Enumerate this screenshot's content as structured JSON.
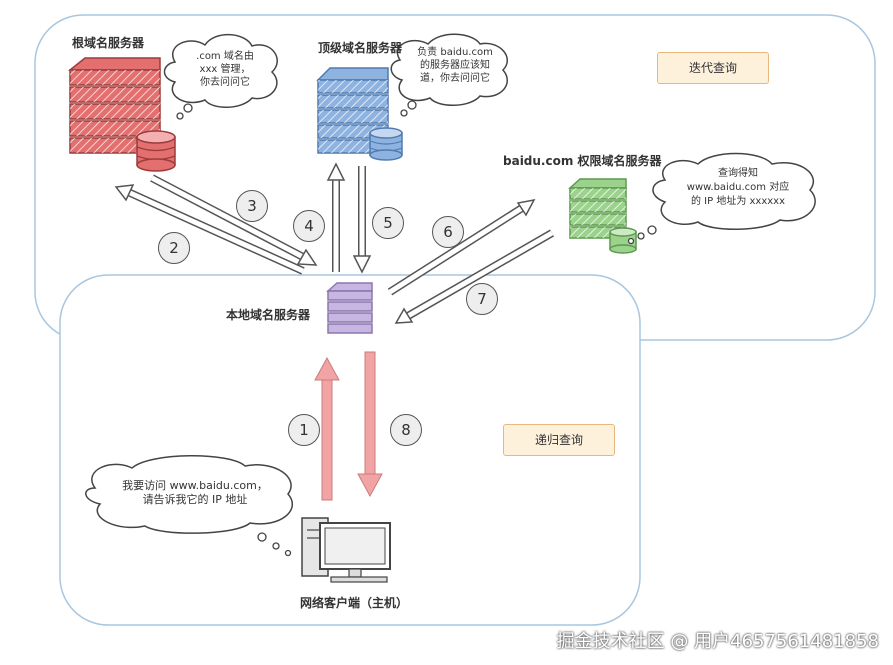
{
  "regions": {
    "iterative_label": "迭代查询",
    "recursive_label": "递归查询"
  },
  "servers": {
    "root": {
      "label": "根域名服务器",
      "note": [
        ".com 域名由",
        "xxx 管理，",
        "你去问问它"
      ]
    },
    "tld": {
      "label": "顶级域名服务器",
      "note": [
        "负责 baidu.com",
        "的服务器应该知",
        "道，你去问问它"
      ]
    },
    "auth": {
      "label": "baidu.com 权限域名服务器",
      "note": [
        "查询得知",
        "www.baidu.com 对应",
        "的 IP 地址为 xxxxxx"
      ]
    },
    "local": {
      "label": "本地域名服务器"
    }
  },
  "client": {
    "label": "网络客户端（主机）",
    "note": [
      "我要访问 www.baidu.com，",
      "请告诉我它的 IP 地址"
    ]
  },
  "steps": [
    "1",
    "2",
    "3",
    "4",
    "5",
    "6",
    "7",
    "8"
  ],
  "watermark": "掘金技术社区 @ 用户4657561481858",
  "colors": {
    "root": "#e36f6f",
    "tld": "#8fb3e0",
    "auth": "#9bd38c",
    "local": "#c8b6e2",
    "request_arrow": "#f2a3a3",
    "region_border": "#a9c7e0"
  }
}
